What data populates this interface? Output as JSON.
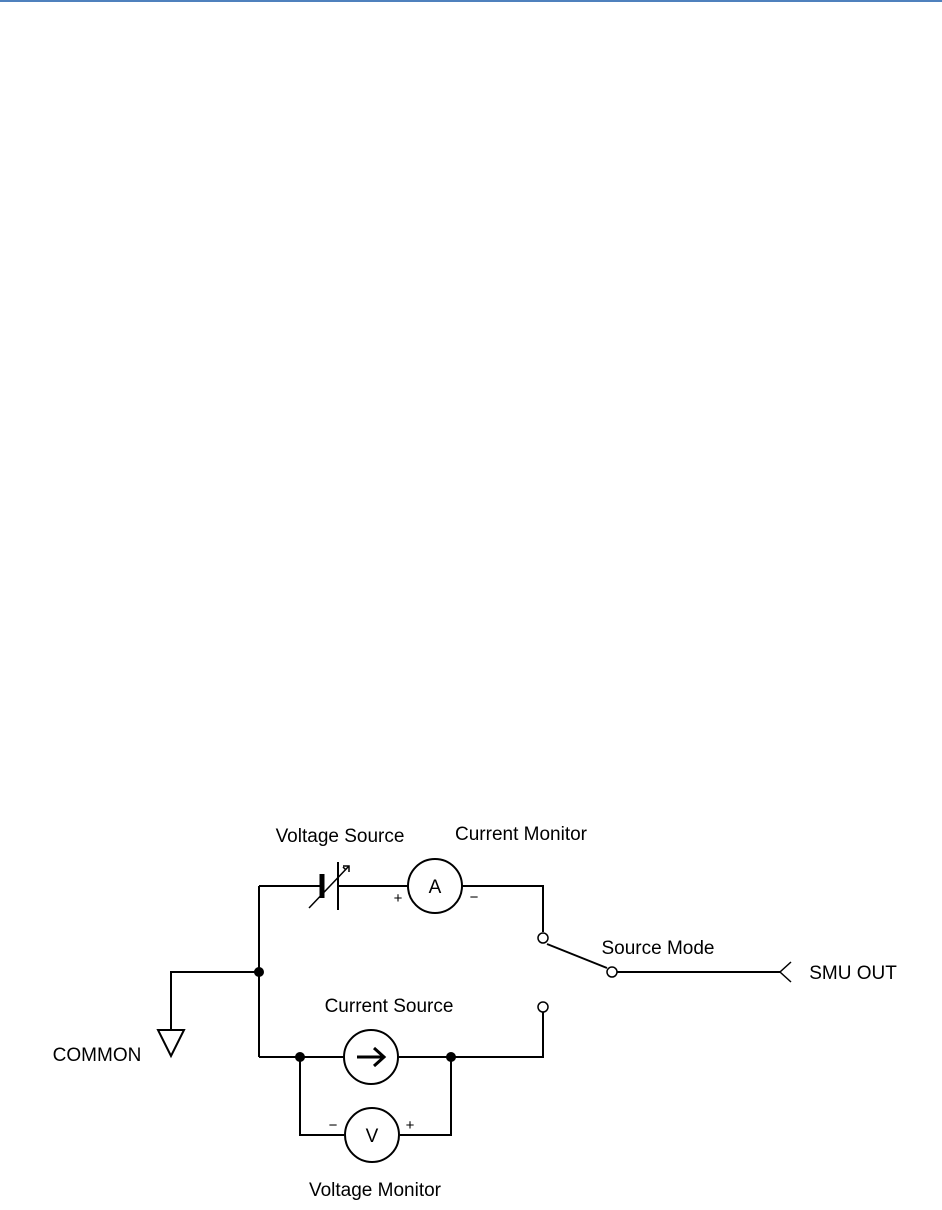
{
  "colors": {
    "top_rule": "#4f81bd",
    "ink": "#000000"
  },
  "diagram": {
    "labels": {
      "voltage_source": "Voltage Source",
      "current_monitor": "Current Monitor",
      "source_mode": "Source Mode",
      "smu_out": "SMU OUT",
      "current_source": "Current Source",
      "common": "COMMON",
      "voltage_monitor": "Voltage Monitor"
    },
    "symbols": {
      "ammeter": "A",
      "voltmeter": "V",
      "ammeter_plus": "+",
      "ammeter_minus": "−",
      "voltmeter_minus": "−",
      "voltmeter_plus": "+"
    },
    "icons": [
      "ground-icon",
      "variable-battery-icon",
      "ammeter-icon",
      "current-source-arrow-icon",
      "voltmeter-icon",
      "switch-icon",
      "output-terminal-icon"
    ]
  }
}
